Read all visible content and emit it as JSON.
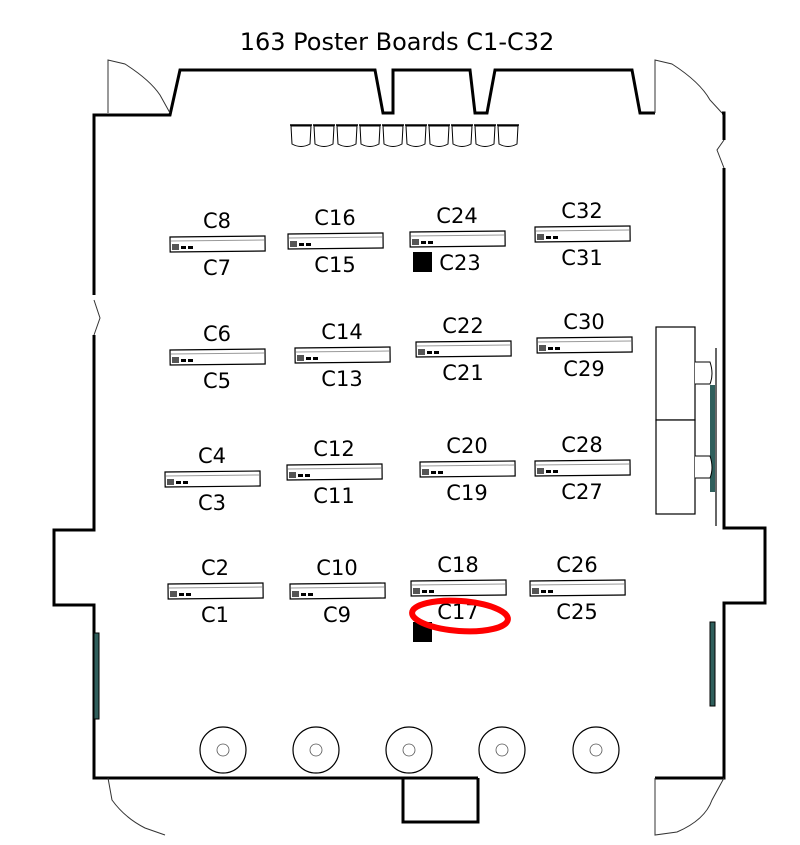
{
  "title": "163 Poster Boards C1-C32",
  "boards": [
    {
      "top": "C8",
      "bottom": "C7"
    },
    {
      "top": "C16",
      "bottom": "C15"
    },
    {
      "top": "C24",
      "bottom": "C23"
    },
    {
      "top": "C32",
      "bottom": "C31"
    },
    {
      "top": "C6",
      "bottom": "C5"
    },
    {
      "top": "C14",
      "bottom": "C13"
    },
    {
      "top": "C22",
      "bottom": "C21"
    },
    {
      "top": "C30",
      "bottom": "C29"
    },
    {
      "top": "C4",
      "bottom": "C3"
    },
    {
      "top": "C12",
      "bottom": "C11"
    },
    {
      "top": "C20",
      "bottom": "C19"
    },
    {
      "top": "C28",
      "bottom": "C27"
    },
    {
      "top": "C2",
      "bottom": "C1"
    },
    {
      "top": "C10",
      "bottom": "C9"
    },
    {
      "top": "C18",
      "bottom": "C17"
    },
    {
      "top": "C26",
      "bottom": "C25"
    }
  ],
  "highlighted_board": "C17",
  "colors": {
    "highlight": "#ff0000",
    "window": "#2f5f5c",
    "wall": "#000000"
  }
}
